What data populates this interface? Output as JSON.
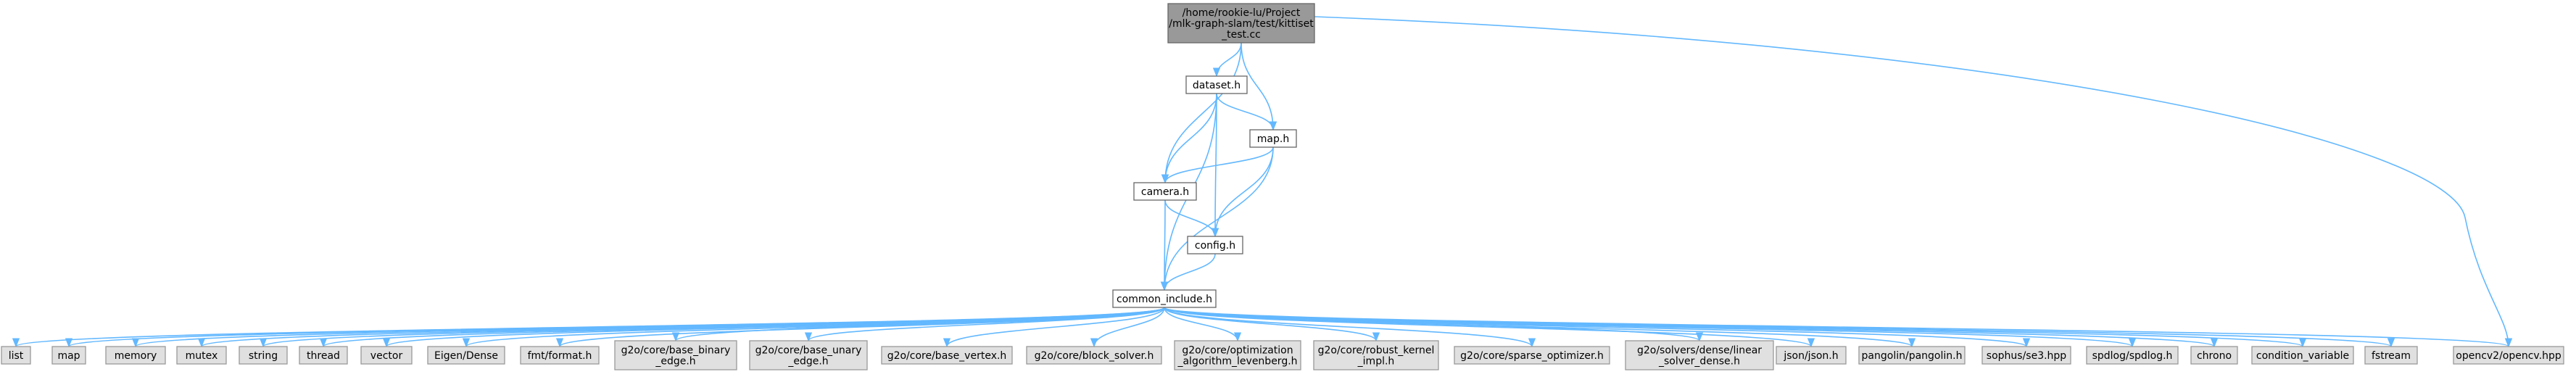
{
  "colors": {
    "edge": "#63b8ff",
    "root_fill": "#999999",
    "root_stroke": "#666666",
    "local_fill": "#ffffff",
    "local_stroke": "#666666",
    "system_fill": "#e0e0e0",
    "system_stroke": "#999999"
  },
  "nodes": [
    {
      "id": "root",
      "kind": "root",
      "lines": [
        "/home/rookie-lu/Project",
        "/mlk-graph-slam/test/kittiset",
        "_test.cc"
      ]
    },
    {
      "id": "dataset",
      "kind": "local",
      "lines": [
        "dataset.h"
      ]
    },
    {
      "id": "map",
      "kind": "local",
      "lines": [
        "map.h"
      ]
    },
    {
      "id": "camera",
      "kind": "local",
      "lines": [
        "camera.h"
      ]
    },
    {
      "id": "config",
      "kind": "local",
      "lines": [
        "config.h"
      ]
    },
    {
      "id": "common",
      "kind": "local",
      "lines": [
        "common_include.h"
      ]
    },
    {
      "id": "list",
      "kind": "system",
      "lines": [
        "list"
      ]
    },
    {
      "id": "mapstd",
      "kind": "system",
      "lines": [
        "map"
      ]
    },
    {
      "id": "memory",
      "kind": "system",
      "lines": [
        "memory"
      ]
    },
    {
      "id": "mutex",
      "kind": "system",
      "lines": [
        "mutex"
      ]
    },
    {
      "id": "string",
      "kind": "system",
      "lines": [
        "string"
      ]
    },
    {
      "id": "thread",
      "kind": "system",
      "lines": [
        "thread"
      ]
    },
    {
      "id": "vector",
      "kind": "system",
      "lines": [
        "vector"
      ]
    },
    {
      "id": "eigen",
      "kind": "system",
      "lines": [
        "Eigen/Dense"
      ]
    },
    {
      "id": "fmt",
      "kind": "system",
      "lines": [
        "fmt/format.h"
      ]
    },
    {
      "id": "binedge",
      "kind": "system",
      "lines": [
        "g2o/core/base_binary",
        "_edge.h"
      ]
    },
    {
      "id": "unaryedge",
      "kind": "system",
      "lines": [
        "g2o/core/base_unary",
        "_edge.h"
      ]
    },
    {
      "id": "basevertex",
      "kind": "system",
      "lines": [
        "g2o/core/base_vertex.h"
      ]
    },
    {
      "id": "blocksolver",
      "kind": "system",
      "lines": [
        "g2o/core/block_solver.h"
      ]
    },
    {
      "id": "optlm",
      "kind": "system",
      "lines": [
        "g2o/core/optimization",
        "_algorithm_levenberg.h"
      ]
    },
    {
      "id": "robust",
      "kind": "system",
      "lines": [
        "g2o/core/robust_kernel",
        "_impl.h"
      ]
    },
    {
      "id": "sparseopt",
      "kind": "system",
      "lines": [
        "g2o/core/sparse_optimizer.h"
      ]
    },
    {
      "id": "lineardense",
      "kind": "system",
      "lines": [
        "g2o/solvers/dense/linear",
        "_solver_dense.h"
      ]
    },
    {
      "id": "json",
      "kind": "system",
      "lines": [
        "json/json.h"
      ]
    },
    {
      "id": "pangolin",
      "kind": "system",
      "lines": [
        "pangolin/pangolin.h"
      ]
    },
    {
      "id": "sophus",
      "kind": "system",
      "lines": [
        "sophus/se3.hpp"
      ]
    },
    {
      "id": "spdlog",
      "kind": "system",
      "lines": [
        "spdlog/spdlog.h"
      ]
    },
    {
      "id": "chrono",
      "kind": "system",
      "lines": [
        "chrono"
      ]
    },
    {
      "id": "condvar",
      "kind": "system",
      "lines": [
        "condition_variable"
      ]
    },
    {
      "id": "fstream",
      "kind": "system",
      "lines": [
        "fstream"
      ]
    },
    {
      "id": "opencv",
      "kind": "system",
      "lines": [
        "opencv2/opencv.hpp"
      ]
    }
  ],
  "edges": [
    [
      "root",
      "dataset"
    ],
    [
      "root",
      "map"
    ],
    [
      "root",
      "camera"
    ],
    [
      "root",
      "opencv"
    ],
    [
      "dataset",
      "map"
    ],
    [
      "dataset",
      "camera"
    ],
    [
      "dataset",
      "config"
    ],
    [
      "dataset",
      "common"
    ],
    [
      "map",
      "camera"
    ],
    [
      "map",
      "config"
    ],
    [
      "map",
      "common"
    ],
    [
      "camera",
      "config"
    ],
    [
      "camera",
      "common"
    ],
    [
      "config",
      "common"
    ],
    [
      "common",
      "list"
    ],
    [
      "common",
      "mapstd"
    ],
    [
      "common",
      "memory"
    ],
    [
      "common",
      "mutex"
    ],
    [
      "common",
      "string"
    ],
    [
      "common",
      "thread"
    ],
    [
      "common",
      "vector"
    ],
    [
      "common",
      "eigen"
    ],
    [
      "common",
      "fmt"
    ],
    [
      "common",
      "binedge"
    ],
    [
      "common",
      "unaryedge"
    ],
    [
      "common",
      "basevertex"
    ],
    [
      "common",
      "blocksolver"
    ],
    [
      "common",
      "optlm"
    ],
    [
      "common",
      "robust"
    ],
    [
      "common",
      "sparseopt"
    ],
    [
      "common",
      "lineardense"
    ],
    [
      "common",
      "json"
    ],
    [
      "common",
      "pangolin"
    ],
    [
      "common",
      "sophus"
    ],
    [
      "common",
      "spdlog"
    ],
    [
      "common",
      "chrono"
    ],
    [
      "common",
      "condvar"
    ],
    [
      "common",
      "fstream"
    ],
    [
      "common",
      "opencv"
    ]
  ]
}
